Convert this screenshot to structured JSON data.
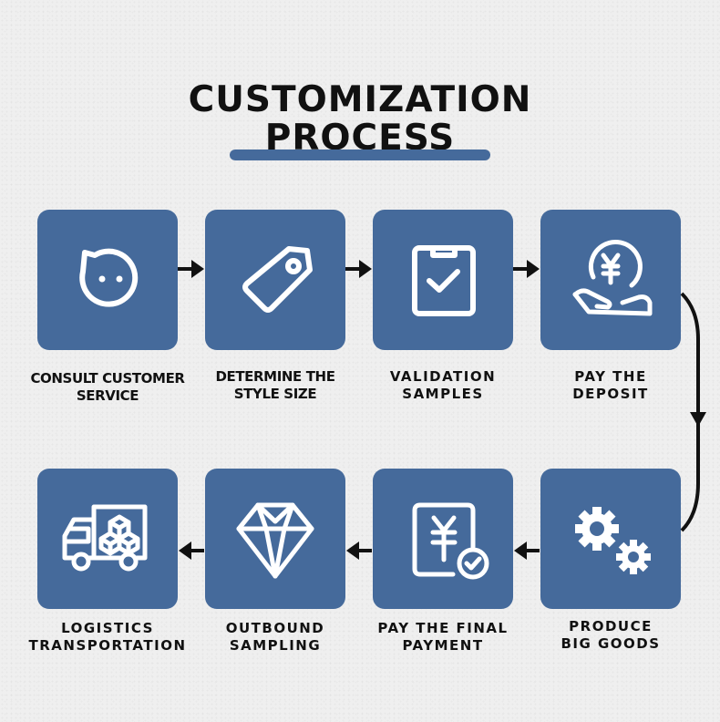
{
  "header": {
    "title_line1": "CUSTOMIZATION",
    "title_line2": "PROCESS"
  },
  "colors": {
    "box": "#456a9b",
    "icon": "#ffffff",
    "text": "#111111",
    "arrow": "#111111"
  },
  "steps": [
    {
      "icon": "chat-bubble-face-icon",
      "line1": "CONSULT CUSTOMER",
      "line2": "SERVICE"
    },
    {
      "icon": "price-tag-icon",
      "line1": "DETERMINE THE",
      "line2": "STYLE SIZE"
    },
    {
      "icon": "clipboard-check-icon",
      "line1": "VALIDATION",
      "line2": "SAMPLES"
    },
    {
      "icon": "hand-yen-coin-icon",
      "line1": "PAY THE",
      "line2": "DEPOSIT"
    },
    {
      "icon": "gears-icon",
      "line1": "PRODUCE",
      "line2": "BIG GOODS"
    },
    {
      "icon": "yen-document-check-icon",
      "line1": "PAY THE FINAL",
      "line2": "PAYMENT"
    },
    {
      "icon": "diamond-icon",
      "line1": "OUTBOUND",
      "line2": "SAMPLING"
    },
    {
      "icon": "delivery-truck-icon",
      "line1": "LOGISTICS",
      "line2": "TRANSPORTATION"
    }
  ]
}
